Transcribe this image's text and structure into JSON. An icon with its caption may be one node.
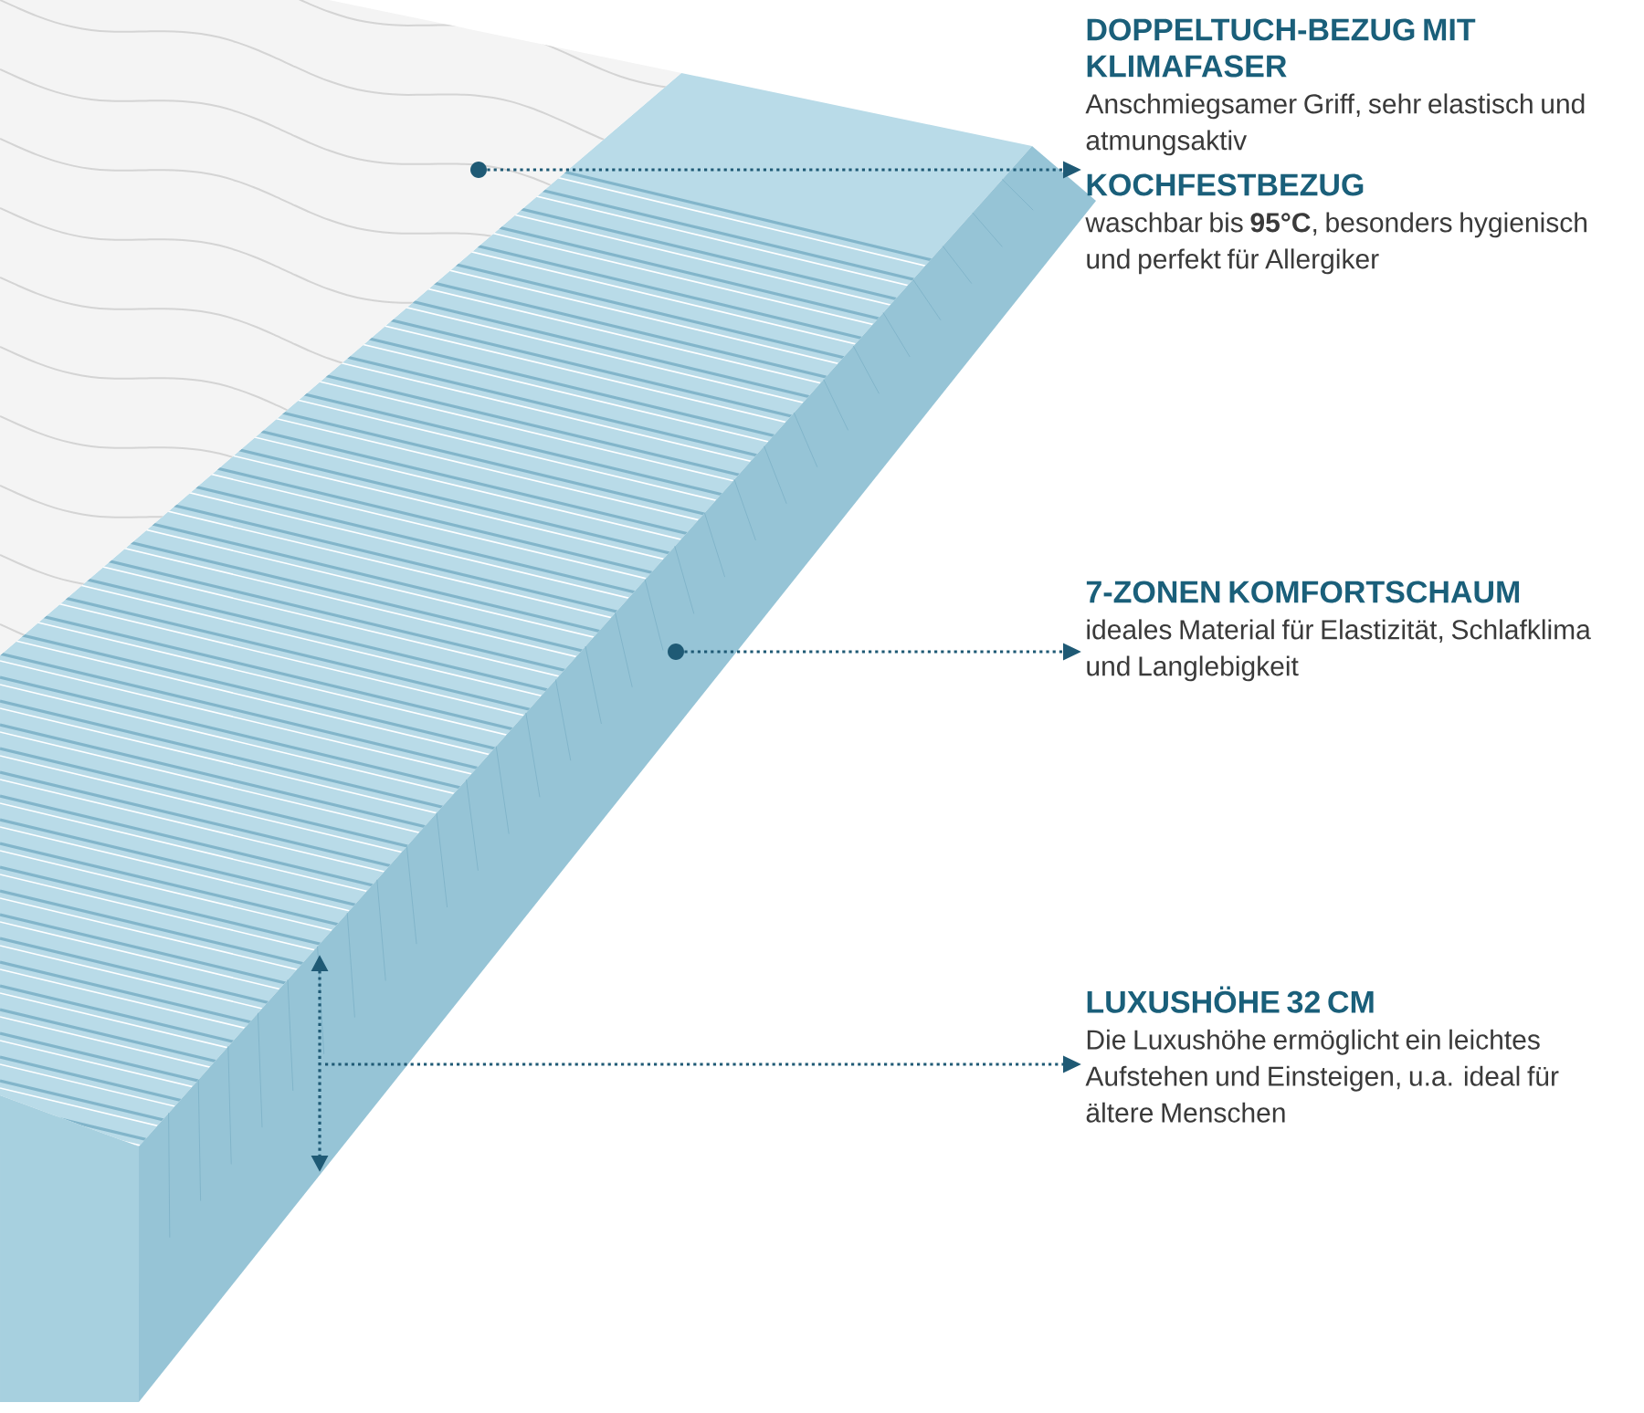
{
  "diagram": {
    "nodes": [
      {
        "text": [
          "DOPPELTUCH-BEZUG MIT KLIMAFASER",
          "Anschmiegsamer Griff, sehr elastisch und atmungsaktiv",
          "KOCHFESTBEZUG",
          "waschbar bis **95°C**, besonders hygienisch und perfekt für Allergiker"
        ]
      },
      {
        "text": [
          "7-ZONEN KOMFORTSCHAUM",
          "ideales Material für Elastizität, Schlafklima und Langlebigkeit"
        ]
      },
      {
        "text": [
          "LUXUSHÖHE 32 CM",
          "Die Luxushöhe ermöglicht ein leichtes Aufstehen und Einsteigen, u.a. ideal für ältere Menschen"
        ]
      },
      {
        "text": [],
        "shape": "circle"
      },
      {
        "text": [],
        "shape": "circle"
      }
    ],
    "edges": [
      {
        "from": 3,
        "to": 0,
        "arrow": "to"
      },
      {
        "from": 4,
        "to": 1,
        "arrow": "to"
      },
      {
        "from": null,
        "to": 2,
        "arrow": "to"
      }
    ]
  }
}
